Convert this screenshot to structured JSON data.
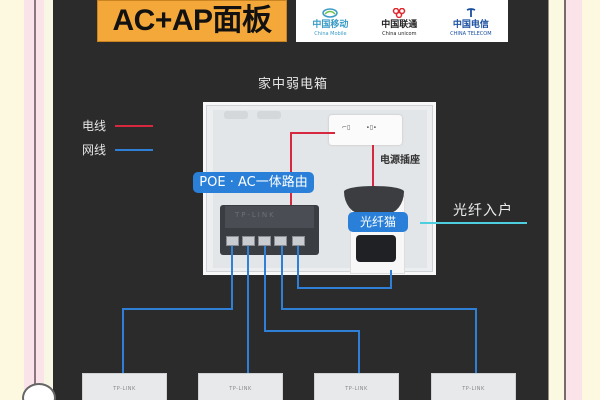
{
  "title": "AC+AP面板",
  "carriers": [
    {
      "cn": "中国移动",
      "en": "China Mobile",
      "color": "#3a9bc6"
    },
    {
      "cn": "中国联通",
      "en": "China unicom",
      "color": "#e0262b"
    },
    {
      "cn": "中国电信",
      "en": "CHINA TELECOM",
      "color": "#1a4fa0"
    }
  ],
  "box_title": "家中弱电箱",
  "legend": [
    {
      "label": "电线",
      "color": "#d6283e"
    },
    {
      "label": "网线",
      "color": "#2f7fd6"
    }
  ],
  "components": {
    "power_strip": "电源插座",
    "router": "POE · AC一体路由",
    "router_brand": "TP-LINK",
    "modem": "光纤猫",
    "fiber_input": "光纤入户"
  },
  "access_points": [
    {
      "brand": "TP-LINK"
    },
    {
      "brand": "TP-LINK"
    },
    {
      "brand": "TP-LINK"
    },
    {
      "brand": "TP-LINK"
    }
  ],
  "colors": {
    "panel_bg": "#2b2b2b",
    "title_badge": "#f5a83a",
    "label_blue": "#2a80d8",
    "power_wire": "#d6283e",
    "network_wire": "#2f7fd6",
    "fiber_wire": "#4ecfe0"
  }
}
